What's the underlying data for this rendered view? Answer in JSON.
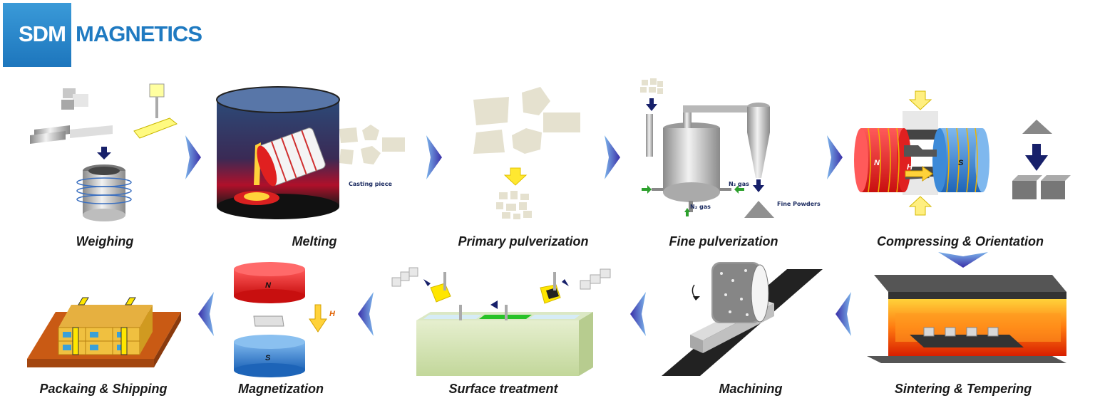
{
  "logo": {
    "part1": "SDM",
    "part2": "MAGNETICS"
  },
  "steps": [
    {
      "label": "Weighing"
    },
    {
      "label": "Melting",
      "note": "Casting piece"
    },
    {
      "label": "Primary pulverization"
    },
    {
      "label": "Fine pulverization",
      "note_gas1": "N₂ gas",
      "note_gas2": "N₂ gas",
      "note_powder": "Fine Powders"
    },
    {
      "label": "Compressing & Orientation",
      "pole_n": "N",
      "pole_s": "S",
      "field": "H"
    },
    {
      "label": "Sintering & Tempering"
    },
    {
      "label": "Machining"
    },
    {
      "label": "Surface treatment"
    },
    {
      "label": "Magnetization",
      "pole_n": "N",
      "pole_s": "S",
      "field": "H"
    },
    {
      "label": "Packaing & Shipping"
    }
  ],
  "colors": {
    "brand": "#1f7ac1",
    "arrow": "#3b3fb5",
    "magnet_n": "#e02020",
    "magnet_s": "#2d7fd0"
  }
}
